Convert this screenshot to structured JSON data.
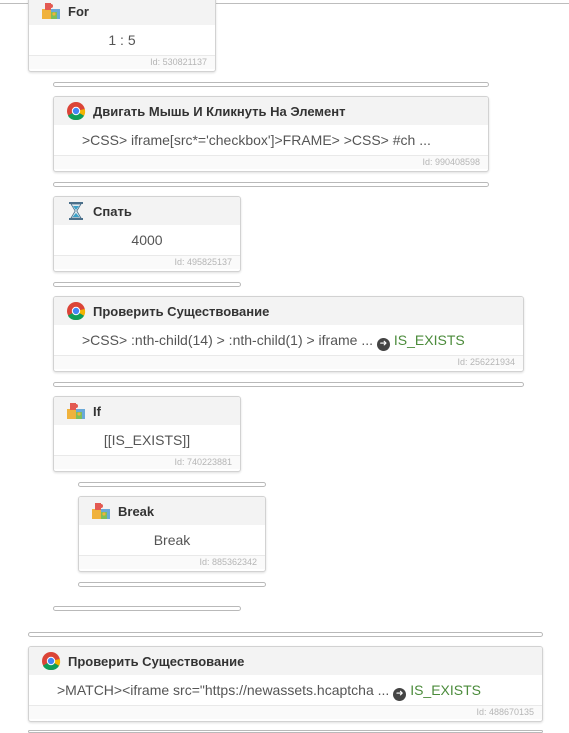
{
  "blocks": {
    "for": {
      "title": "For",
      "body": "1 : 5",
      "id": "Id: 530821137"
    },
    "move_click": {
      "title": "Двигать Мышь И Кликнуть На Элемент",
      "body": ">CSS> iframe[src*='checkbox']>FRAME> >CSS> #ch ...",
      "id": "Id: 990408598"
    },
    "sleep": {
      "title": "Спать",
      "body": "4000",
      "id": "Id: 495825137"
    },
    "check1": {
      "title": "Проверить Существование",
      "body": ">CSS> :nth-child(14) > :nth-child(1) > iframe ...",
      "var": "IS_EXISTS",
      "id": "Id: 256221934"
    },
    "if": {
      "title": "If",
      "body": "[[IS_EXISTS]]",
      "id": "Id: 740223881"
    },
    "break": {
      "title": "Break",
      "body": "Break",
      "id": "Id: 885362342"
    },
    "check2": {
      "title": "Проверить Существование",
      "body": ">MATCH><iframe src=\"https://newassets.hcaptcha ...",
      "var": "IS_EXISTS",
      "id": "Id: 488670135"
    }
  },
  "icons": {
    "puzzle": "puzzle-icon",
    "chrome": "chrome-icon",
    "hourglass": "hourglass-icon",
    "arrow": "arrow-right-circle-icon"
  },
  "colors": {
    "header_bg": "#f3f3f3",
    "variable_green": "#4b8b3b",
    "id_text": "#b5b5b5"
  }
}
